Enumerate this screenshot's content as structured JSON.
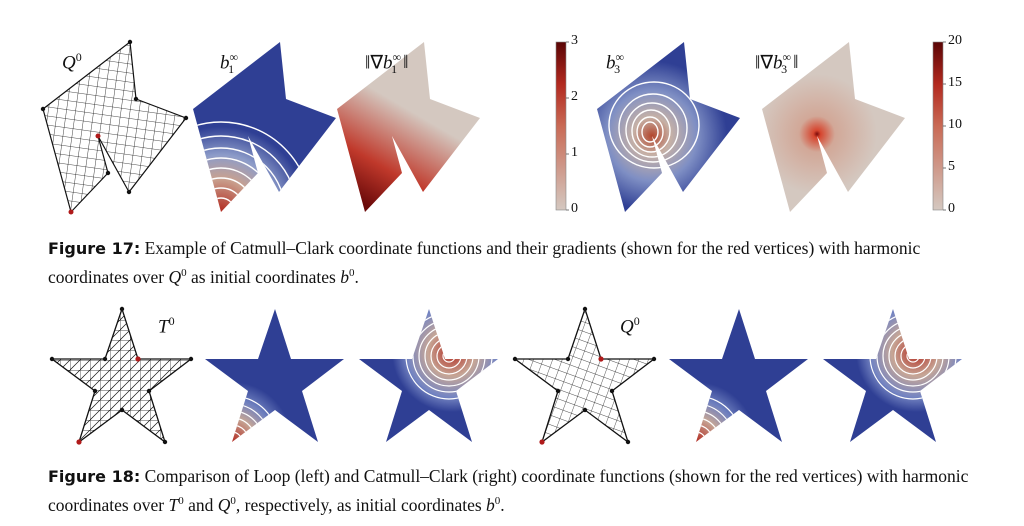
{
  "figure17": {
    "panel_labels": {
      "mesh": {
        "base": "Q",
        "sup": "0"
      },
      "b1": {
        "base": "b",
        "sub": "1",
        "sup": "∞"
      },
      "grad_b1": {
        "pre": "‖∇",
        "base": "b",
        "sub": "1",
        "sup": "∞",
        "post": "‖"
      },
      "b3": {
        "base": "b",
        "sub": "3",
        "sup": "∞"
      },
      "grad_b3": {
        "pre": "‖∇",
        "base": "b",
        "sub": "3",
        "sup": "∞",
        "post": "‖"
      }
    },
    "colorbar1_ticks": [
      "3",
      "2",
      "1",
      "0"
    ],
    "colorbar2_ticks": [
      "20",
      "15",
      "10",
      "5",
      "0"
    ],
    "caption": {
      "label": "Figure 17:",
      "text1": " Example of Catmull–Clark coordinate functions and their gradients (shown for the red vertices) with harmonic coordinates over ",
      "q": "Q",
      "q_sup": "0",
      "text2": " as initial coordinates ",
      "b": "b",
      "b_sup": "0",
      "text3": "."
    }
  },
  "figure18": {
    "panel_labels": {
      "tri_mesh": {
        "base": "T",
        "sup": "0"
      },
      "quad_mesh": {
        "base": "Q",
        "sup": "0"
      }
    },
    "caption": {
      "label": "Figure 18:",
      "text1": " Comparison of Loop (left) and Catmull–Clark (right) coordinate functions (shown for the red vertices) with harmonic coordinates over ",
      "t": "T",
      "t_sup": "0",
      "text2": " and ",
      "q": "Q",
      "q_sup": "0",
      "text3": ", respectively, as initial coordinates ",
      "b": "b",
      "b_sup": "0",
      "text4": "."
    }
  },
  "colors": {
    "blue": "#2f3f94",
    "red": "#b2291f",
    "dark_red": "#6b0a0a",
    "beige": "#d4c8c0",
    "vertex_red": "#b01a1a"
  }
}
